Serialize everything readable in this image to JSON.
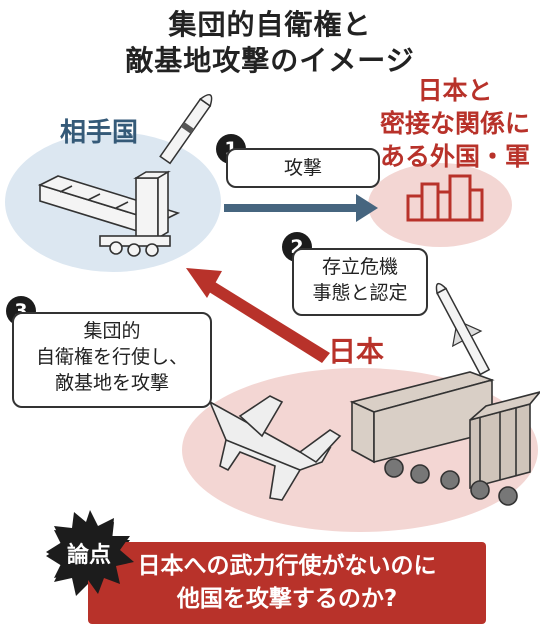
{
  "title": {
    "line1": "集団的自衛権と",
    "line2": "敵基地攻撃のイメージ"
  },
  "labels": {
    "opponent": "相手国",
    "ally": [
      "日本と",
      "密接な関係に",
      "ある外国・軍"
    ],
    "japan": "日本"
  },
  "steps": [
    {
      "num": "1",
      "text": [
        "攻撃"
      ]
    },
    {
      "num": "2",
      "text": [
        "存立危機",
        "事態と認定"
      ]
    },
    {
      "num": "3",
      "text": [
        "集団的",
        "自衛権を行使し、",
        "敵基地を攻撃"
      ]
    }
  ],
  "footer": {
    "badge": "論点",
    "line1": "日本への武力行使がないのに",
    "line2": "他国を攻撃するのか?"
  },
  "colors": {
    "accent_red": "#b8322a",
    "blue_label": "#355a78",
    "ellipse_blue": "#dce7f1",
    "ellipse_pink": "#f3d6d3",
    "arrow_blue": "#46657f"
  }
}
